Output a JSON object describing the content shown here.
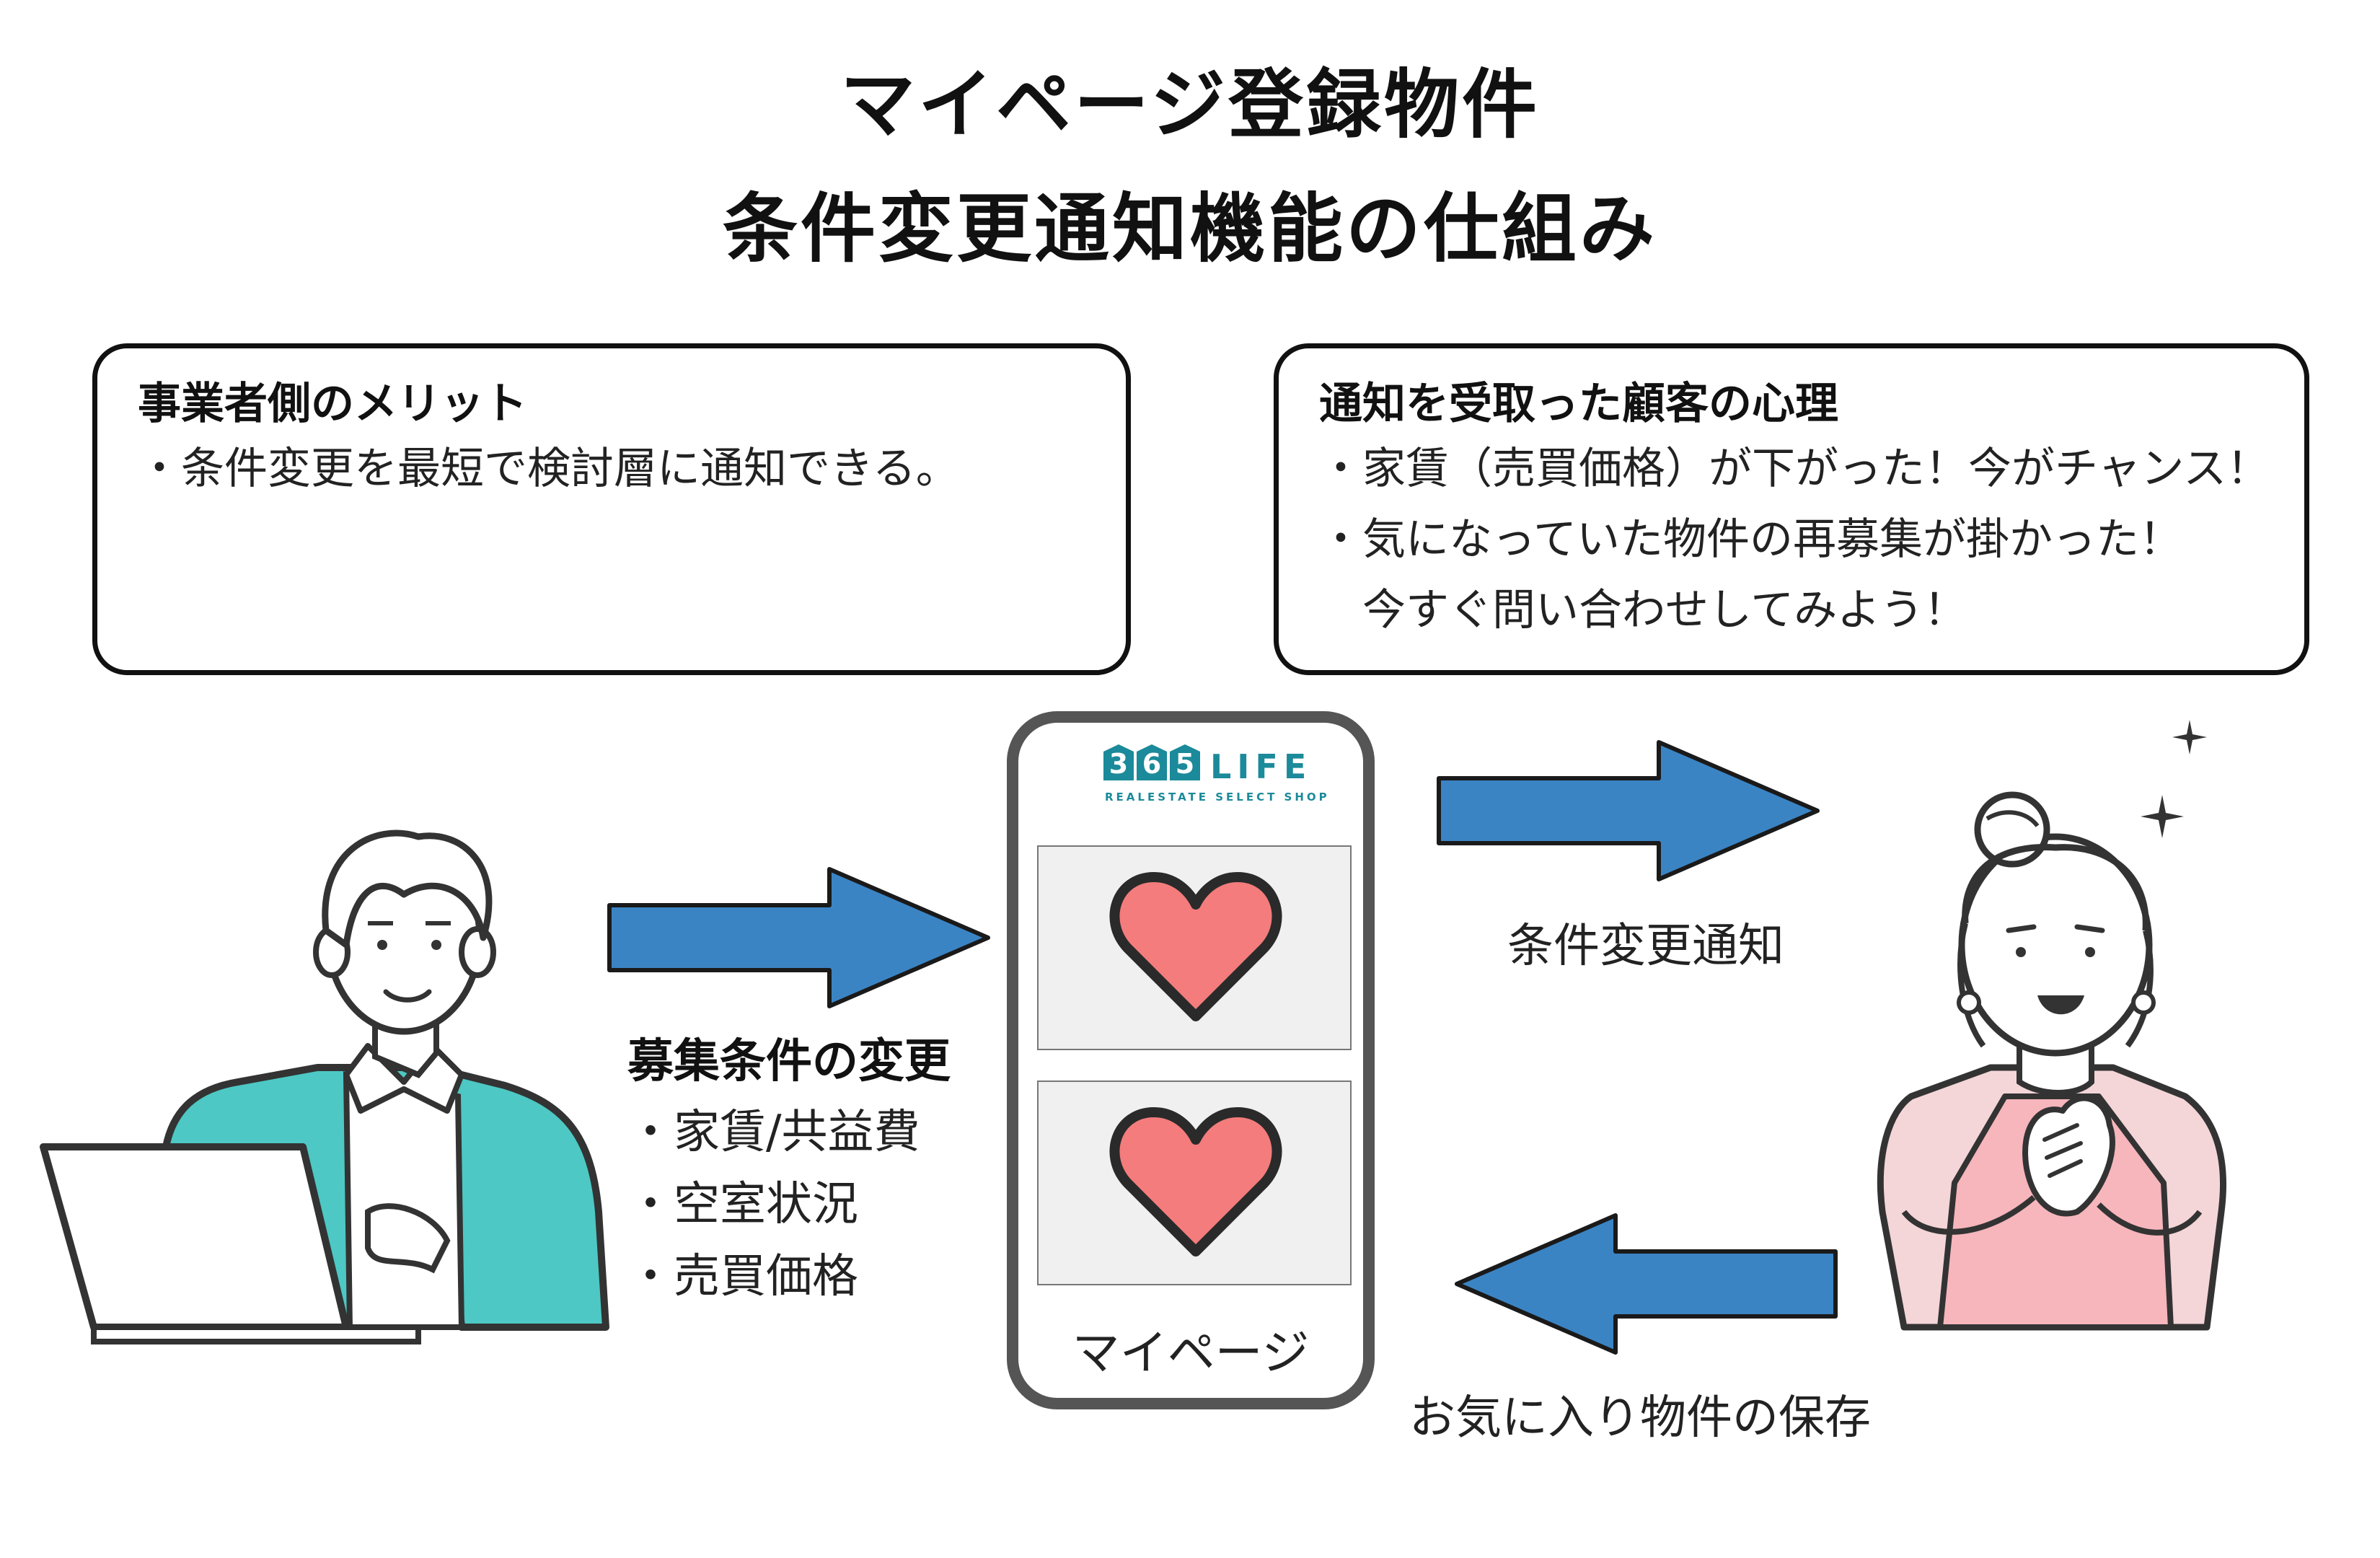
{
  "title": {
    "line1": "マイページ登録物件",
    "line2": "条件変更通知機能の仕組み"
  },
  "business_box": {
    "heading": "事業者側のメリット",
    "lines": [
      "・条件変更を最短で検討層に通知できる。"
    ]
  },
  "customer_box": {
    "heading": "通知を受取った顧客の心理",
    "lines": [
      "・家賃（売買価格）が下がった！今がチャンス！",
      "・気になっていた物件の再募集が掛かった！",
      "　今すぐ問い合わせしてみよう！"
    ]
  },
  "change_list": {
    "heading": "募集条件の変更",
    "items": [
      "・家賃/共益費",
      "・空室状況",
      "・売買価格"
    ]
  },
  "phone": {
    "logo": {
      "digits": [
        "3",
        "6",
        "5"
      ],
      "word": "LIFE",
      "subtitle": "REALESTATE SELECT SHOP"
    },
    "favorite_icons": [
      "heart-icon",
      "heart-icon"
    ],
    "label": "マイページ"
  },
  "flows": {
    "notify_label": "条件変更通知",
    "save_label": "お気に入り物件の保存"
  },
  "colors": {
    "arrow": "#3b84c4",
    "heart": "#f47c7c",
    "jacket": "#4dc8c4",
    "apron": "#f6b6bc",
    "logo": "#1b8a9a"
  }
}
